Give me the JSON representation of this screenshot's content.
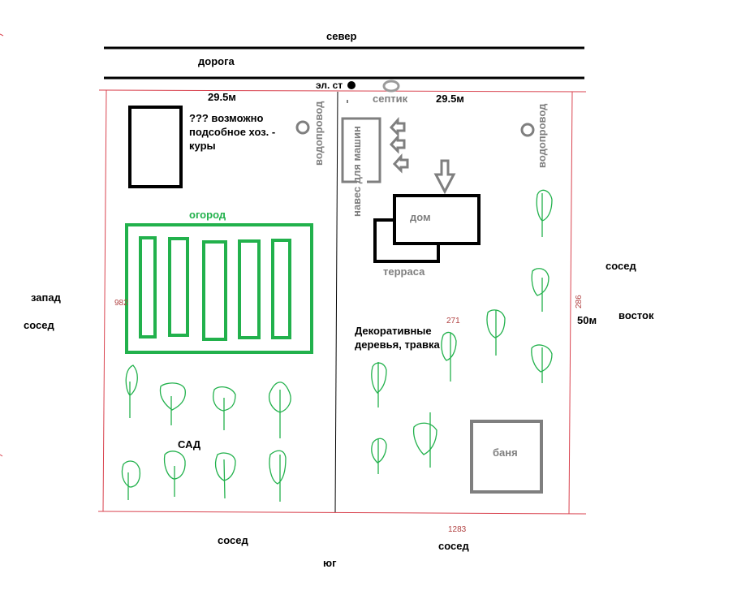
{
  "labels": {
    "north": "север",
    "road": "дорога",
    "power_pole": "эл. ст",
    "septic": "септик",
    "width_left": "29.5м",
    "width_right": "29.5м",
    "outbuilding_note": "??? возможно подсобное хоз. - куры",
    "water_left": "водопровод",
    "water_right": "водопровод",
    "carport": "навес для машин",
    "garden_beds": "огород",
    "house": "дом",
    "terrace": "терраса",
    "neighbor_east": "сосед",
    "east": "восток",
    "west": "запад",
    "neighbor_west": "сосед",
    "length": "50м",
    "decor": "Декоративные деревья, травка",
    "orchard": "САД",
    "bath": "баня",
    "neighbor_south_left": "сосед",
    "neighbor_south_right": "сосед",
    "south": "юг",
    "num_982": "982",
    "num_271": "271",
    "num_286": "286",
    "num_1283": "1283"
  },
  "colors": {
    "boundary": "#d9434f",
    "garden": "#22b14c",
    "structure": "#000000",
    "gray": "#7f7f7f"
  }
}
